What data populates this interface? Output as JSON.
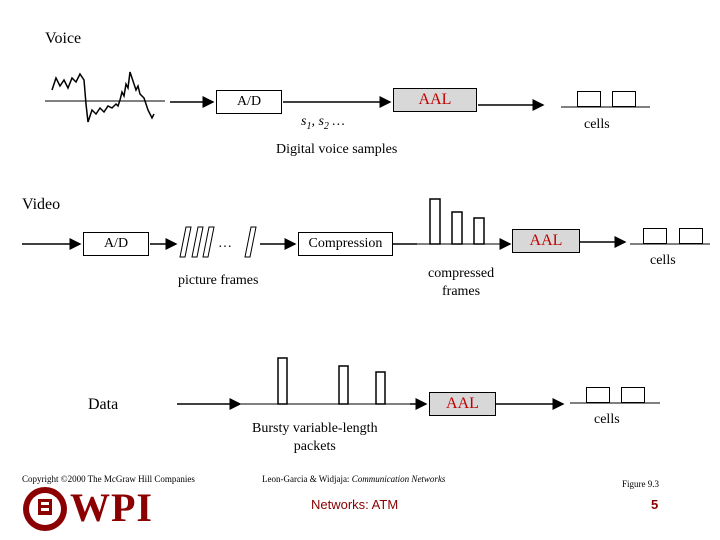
{
  "voice": {
    "title": "Voice",
    "ad_label": "A/D",
    "aal_label": "AAL",
    "samples_label_s1": "s",
    "samples_label_sub1": "1",
    "samples_label_s2": ", s",
    "samples_label_sub2": "2",
    "samples_label_dots": " …",
    "cells_label": "cells",
    "digital_label": "Digital voice samples"
  },
  "video": {
    "title": "Video",
    "ad_label": "A/D",
    "dots_label": "…",
    "picture_frames_label": "picture frames",
    "compression_label": "Compression",
    "compressed_line1": "compressed",
    "compressed_line2": "frames",
    "aal_label": "AAL",
    "cells_label": "cells"
  },
  "data": {
    "title": "Data",
    "bursty_line1": "Bursty  variable-length",
    "bursty_line2": "packets",
    "aal_label": "AAL",
    "cells_label": "cells"
  },
  "footer": {
    "copyright": "Copyright ©2000 The McGraw Hill Companies",
    "citation_prefix": "Leon-Garcia & Widjaja:  ",
    "citation_title": "Communication Networks",
    "figure_label": "Figure 9.3",
    "course_title": "Networks: ATM",
    "page_number": "5",
    "logo_text": "WPI",
    "logo_color": "#8b0000"
  },
  "colors": {
    "aal_text": "#c00000",
    "aal_fill": "#d8d8d8",
    "footer_red": "#8b0000"
  }
}
